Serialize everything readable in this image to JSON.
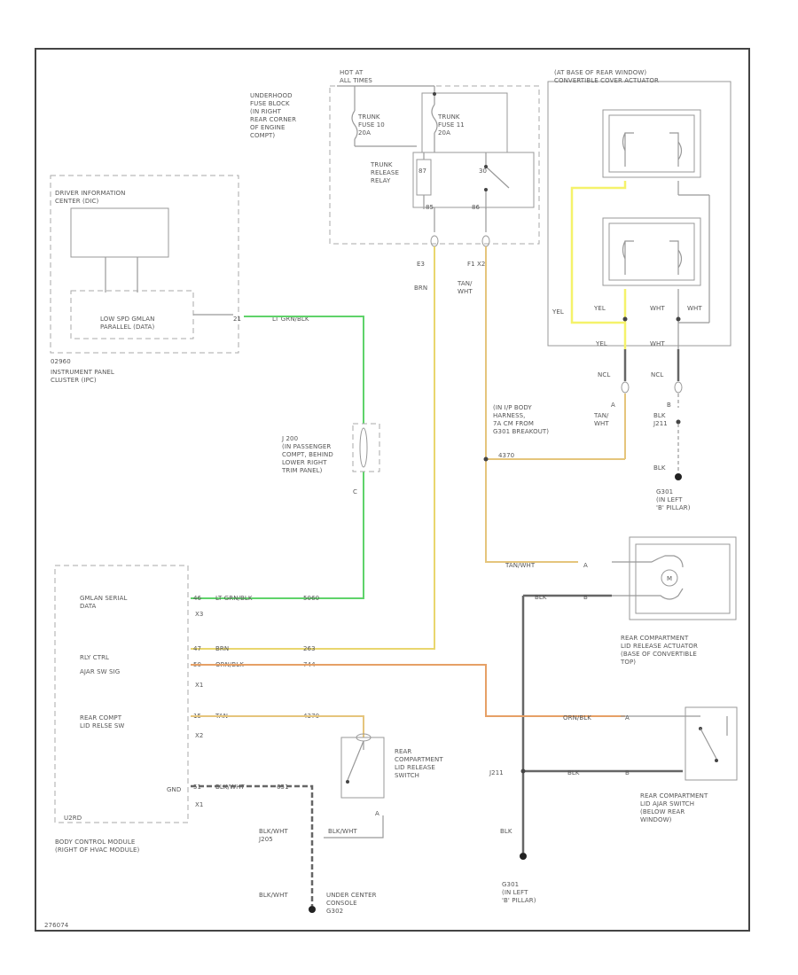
{
  "labels": {
    "hot_at_all_times": "HOT AT\nALL TIMES",
    "underhood_fuse_block": "UNDERHOOD\nFUSE BLOCK\n(IN RIGHT\nREAR CORNER\nOF ENGINE\nCOMPT)",
    "trunk_fuse_10": "TRUNK\nFUSE 10\n20A",
    "trunk_fuse_11": "TRUNK\nFUSE 11\n20A",
    "trunk_release_relay": "TRUNK\nRELEASE\nRELAY",
    "relay_pin_87": "87",
    "relay_pin_30": "30",
    "relay_pin_85": "85",
    "relay_pin_86": "86",
    "conn_e3": "E3",
    "conn_f1_x2": "F1   X2",
    "wire_brn": "BRN",
    "wire_tan_wht": "TAN/\nWHT",
    "driver_info_center": "DRIVER INFORMATION\nCENTER (DIC)",
    "low_spd_gmlan": "LOW SPD GMLAN\nPARALLEL (DATA)",
    "ipc_id": "02960",
    "instrument_panel_cluster": "INSTRUMENT PANEL\nCLUSTER (IPC)",
    "ipc_pin": "21",
    "ipc_wire": "LT GRN/BLK",
    "j200": "J 200\n(IN PASSENGER\nCOMPT, BEHIND\nLOWER RIGHT\nTRIM PANEL)",
    "j200_pin": "C",
    "lp_body_harness": "(IN I/P BODY\nHARNESS,\n7A CM FROM\nG301 BREAKOUT)",
    "tan_wht_splice": "4370",
    "at_base_rear_window": "(AT BASE OF REAR WINDOW)\nCONVERTIBLE COVER ACTUATOR",
    "yel_left": "YEL",
    "yel_mid": "YEL",
    "wht_1": "WHT",
    "wht_2": "WHT",
    "yel_lower": "YEL",
    "wht_lower": "WHT",
    "ncl_1": "NCL",
    "ncl_2": "NCL",
    "pin_a": "A",
    "pin_b": "B",
    "tan_wht_right": "TAN/\nWHT",
    "blk_j211": "BLK\nJ211",
    "blk_right": "BLK",
    "g301_right": "G301\n(IN LEFT\n'B' PILLAR)",
    "tan_wht_actuator": "TAN/WHT",
    "actuator_pin_a": "A",
    "blk_actuator": "BLK",
    "actuator_pin_b": "B",
    "motor_m": "M",
    "rear_compt_lid_actuator": "REAR COMPARTMENT\nLID RELEASE ACTUATOR\n(BASE OF CONVERTIBLE\nTOP)",
    "gmlan_serial_data": "GMLAN SERIAL\nDATA",
    "bcm_pin_46": "46",
    "bcm_wire_green": "LT GRN/BLK",
    "bcm_splice_green": "5060",
    "bcm_conn_x3": "X3",
    "rly_ctrl": "RLY CTRL",
    "ajar_sw": "AJAR SW SIG",
    "bcm_pin_47": "47",
    "bcm_wire_brn": "BRN",
    "bcm_splice_brn": "263",
    "bcm_pin_50": "50",
    "bcm_wire_orn": "ORN/BLK",
    "bcm_splice_orn": "744",
    "bcm_conn_x1": "X1",
    "rear_compt_lid_release_sw": "REAR COMPT\nLID RELSE SW",
    "bcm_pin_15": "15",
    "bcm_wire_tan": "TAN",
    "bcm_splice_tan": "4370",
    "bcm_conn_x2": "X2",
    "gnd_label": "GND",
    "bcm_pin_51": "51",
    "bcm_wire_blkwht": "BLK/WHT",
    "bcm_splice_blkwht": "651",
    "bcm_conn_x1b": "X1",
    "lp_id": "U2RD",
    "body_control_module": "BODY CONTROL MODULE\n(RIGHT OF HVAC MODULE)",
    "rear_compt_lid_release_switch": "REAR\nCOMPARTMENT\nLID RELEASE\nSWITCH",
    "switch_pin_a": "A",
    "blk_wht_switch": "BLK/WHT",
    "blk_wht_j205": "BLK/WHT\nJ205",
    "blk_wht_lower": "BLK/WHT",
    "under_center_console": "UNDER CENTER\nCONSOLE\nG302",
    "orn_blk_ajar": "ORN/BLK",
    "ajar_pin_a": "A",
    "blk_ajar": "BLK",
    "ajar_pin_b": "B",
    "j211": "J211",
    "rear_compt_lid_ajar_switch": "REAR COMPARTMENT\nLID AJAR SWITCH\n(BELOW REAR\nWINDOW)",
    "blk_left_g301": "BLK",
    "g301_left": "G301\n(IN LEFT\n'B' PILLAR)",
    "figure_id": "276074"
  }
}
